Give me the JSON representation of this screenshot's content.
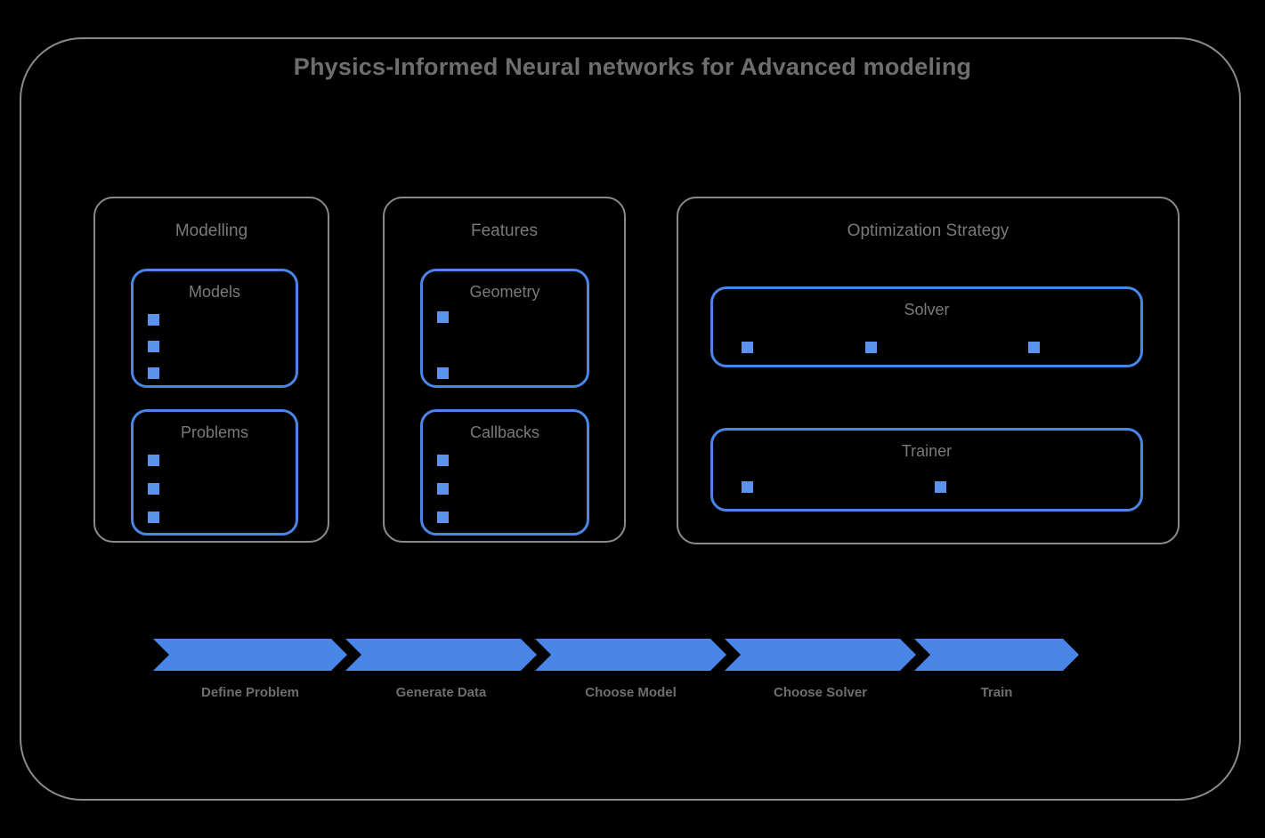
{
  "diagram": {
    "title": "Physics-Informed Neural networks for Advanced modeling",
    "accent_color": "#4a86e8",
    "frame_color": "#8a8a8a",
    "text_color": "#6e6e6e",
    "background_color": "#000000"
  },
  "groups": [
    {
      "id": "modelling",
      "title": "Modelling",
      "boxes": [
        {
          "id": "models",
          "title": "Models",
          "marker_count": 3
        },
        {
          "id": "problems",
          "title": "Problems",
          "marker_count": 3
        }
      ]
    },
    {
      "id": "features",
      "title": "Features",
      "boxes": [
        {
          "id": "geometry",
          "title": "Geometry",
          "marker_count": 2
        },
        {
          "id": "callbacks",
          "title": "Callbacks",
          "marker_count": 3
        }
      ]
    },
    {
      "id": "optimization",
      "title": "Optimization Strategy",
      "boxes": [
        {
          "id": "solver",
          "title": "Solver",
          "marker_count": 3
        },
        {
          "id": "trainer",
          "title": "Trainer",
          "marker_count": 2
        }
      ]
    }
  ],
  "pipeline": {
    "steps": [
      {
        "label": "Define Problem"
      },
      {
        "label": "Generate Data"
      },
      {
        "label": "Choose Model"
      },
      {
        "label": "Choose Solver"
      },
      {
        "label": "Train"
      }
    ]
  }
}
